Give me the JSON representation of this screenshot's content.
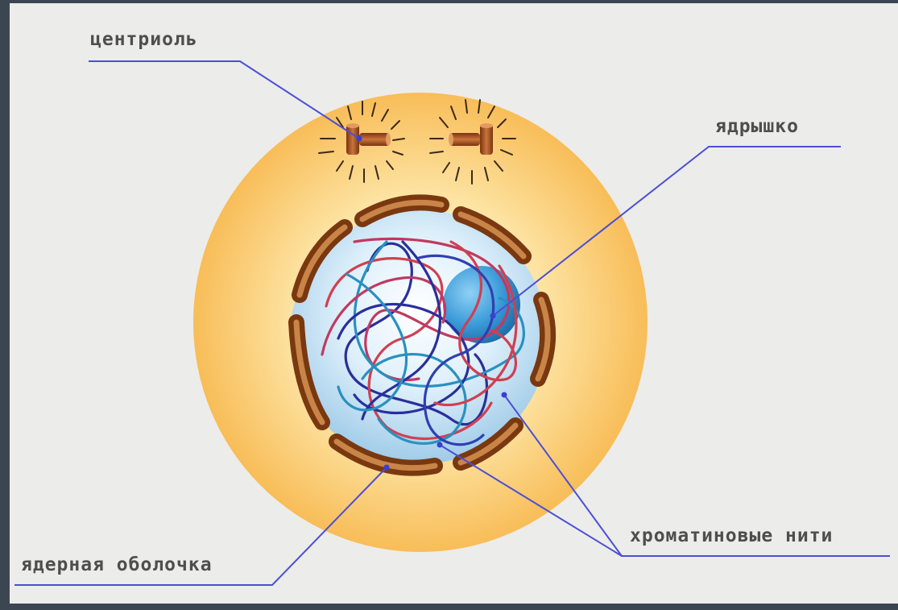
{
  "labels": {
    "centriole": "центриоль",
    "nucleolus": "ядрышко",
    "chromatin": "хроматиновые нити",
    "nuclear_envelope": "ядерная оболочка"
  },
  "colors": {
    "frame": "#3c4652",
    "panel": "#ececea",
    "cytoplasm": "#fbc866",
    "nucleus": "#bfe0f6",
    "envelope": "#a0521e",
    "nucleolus": "#2f8fd0",
    "chromatin_red": "#d04050",
    "chromatin_navy": "#2a2f9a",
    "chromatin_cyan": "#2a90c0",
    "leader_line": "#4b4fd6"
  }
}
